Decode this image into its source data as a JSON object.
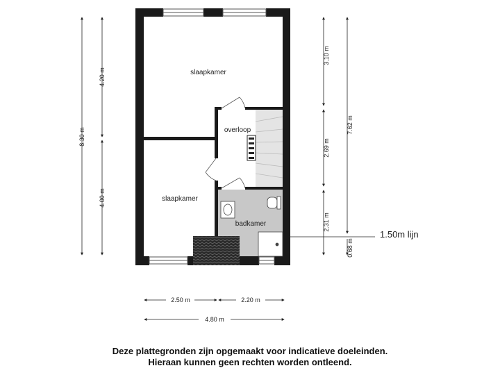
{
  "rooms": {
    "slaapkamer_top": "slaapkamer",
    "slaapkamer_bottom": "slaapkamer",
    "overloop": "overloop",
    "badkamer": "badkamer"
  },
  "dimensions": {
    "left_total": "8.30 m",
    "left_upper": "4.20 m",
    "left_lower": "4.00 m",
    "right_upper": "3.10 m",
    "right_middle": "2.69 m",
    "right_lower": "2.31 m",
    "right_total": "7.62 m",
    "right_small": "0.68 m",
    "bottom_left": "2.50 m",
    "bottom_right": "2.20 m",
    "bottom_total": "4.80 m"
  },
  "height_line_label": "1.50m lijn",
  "disclaimer": {
    "line1": "Deze plattegronden zijn opgemaakt voor indicatieve doeleinden.",
    "line2": "Hieraan kunnen geen rechten worden ontleend."
  },
  "colors": {
    "wall": "#1a1a1a",
    "bathroom_floor": "#c8c8c8",
    "stair_fill": "#e4e4e4"
  }
}
